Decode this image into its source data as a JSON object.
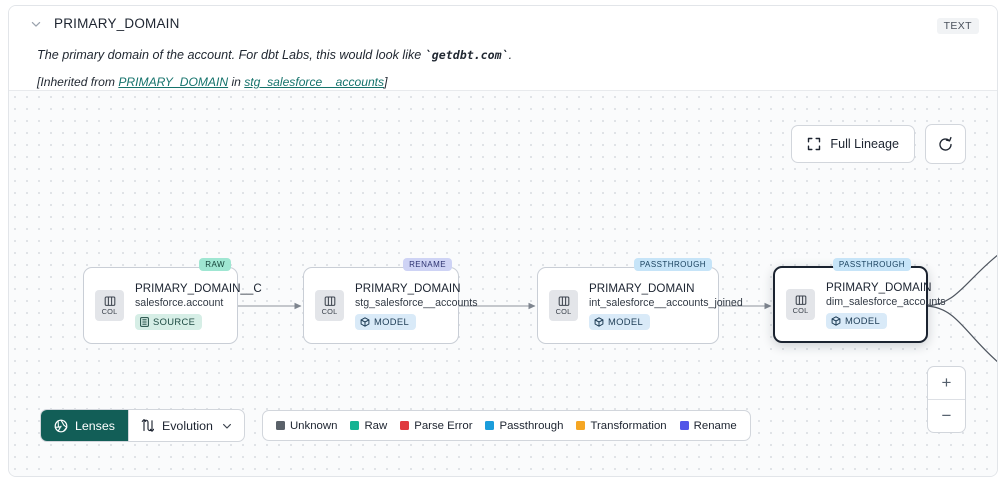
{
  "header": {
    "collapse_icon": "chevron-down-icon",
    "title": "PRIMARY_DOMAIN",
    "type_badge": "TEXT",
    "description_pre": "The primary domain of the account. For dbt Labs, this would look like ",
    "description_code": "`getdbt.com`",
    "description_post": ".",
    "inherited_pre": "[Inherited from ",
    "inherited_link1": "PRIMARY_DOMAIN",
    "inherited_mid": " in ",
    "inherited_link2": "stg_salesforce__accounts",
    "inherited_post": "]"
  },
  "canvas_controls": {
    "full_lineage_label": "Full Lineage",
    "full_lineage_icon": "expand-icon",
    "refresh_icon": "refresh-icon",
    "zoom_in_label": "+",
    "zoom_out_label": "−"
  },
  "nodes": [
    {
      "lens_badge": "RAW",
      "lens_class": "lb-raw",
      "col_label": "COL",
      "column_name": "PRIMARY_DOMAIN__C",
      "table_name": "salesforce.account",
      "type_label": "SOURCE",
      "type_icon": "database-icon",
      "type_class": "tb-source",
      "selected": false
    },
    {
      "lens_badge": "RENAME",
      "lens_class": "lb-rename",
      "col_label": "COL",
      "column_name": "PRIMARY_DOMAIN",
      "table_name": "stg_salesforce__accounts",
      "type_label": "MODEL",
      "type_icon": "cube-icon",
      "type_class": "tb-model",
      "selected": false
    },
    {
      "lens_badge": "PASSTHROUGH",
      "lens_class": "lb-pass",
      "col_label": "COL",
      "column_name": "PRIMARY_DOMAIN",
      "table_name": "int_salesforce__accounts_joined",
      "type_label": "MODEL",
      "type_icon": "cube-icon",
      "type_class": "tb-model",
      "selected": false
    },
    {
      "lens_badge": "PASSTHROUGH",
      "lens_class": "lb-pass",
      "col_label": "COL",
      "column_name": "PRIMARY_DOMAIN",
      "table_name": "dim_salesforce_accounts",
      "type_label": "MODEL",
      "type_icon": "cube-icon",
      "type_class": "tb-model",
      "selected": true
    }
  ],
  "toolbar": {
    "lenses_label": "Lenses",
    "lenses_icon": "aperture-icon",
    "evolution_label": "Evolution",
    "evolution_icon": "updown-arrows-icon",
    "evolution_caret": "chevron-down-icon"
  },
  "legend": [
    {
      "label": "Unknown",
      "color": "#5a6169"
    },
    {
      "label": "Raw",
      "color": "#15b393"
    },
    {
      "label": "Parse Error",
      "color": "#e0393e"
    },
    {
      "label": "Passthrough",
      "color": "#1b9ddb"
    },
    {
      "label": "Transformation",
      "color": "#f5a623"
    },
    {
      "label": "Rename",
      "color": "#5155e8"
    }
  ]
}
